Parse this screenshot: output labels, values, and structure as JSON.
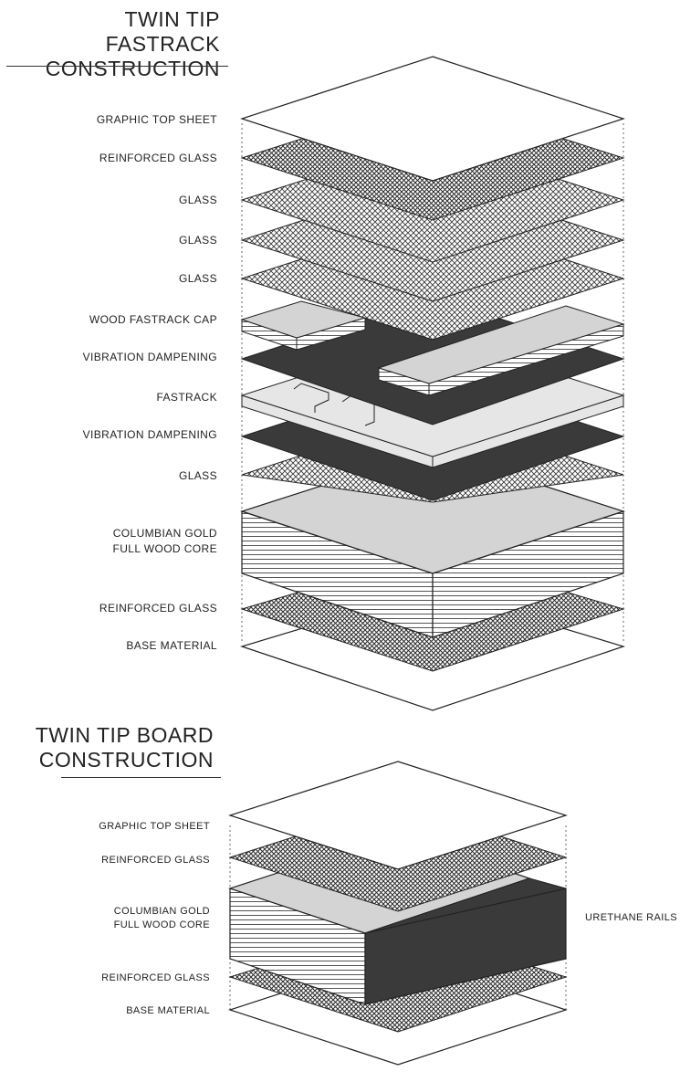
{
  "diagrams": [
    {
      "title_line1": "TWIN TIP FASTRACK",
      "title_line2": "CONSTRUCTION",
      "layers": [
        "GRAPHIC TOP SHEET",
        "REINFORCED GLASS",
        "GLASS",
        "GLASS",
        "GLASS",
        "WOOD FASTRACK CAP",
        "VIBRATION DAMPENING",
        "FASTRACK",
        "VIBRATION DAMPENING",
        "GLASS",
        "COLUMBIAN GOLD",
        "FULL WOOD CORE",
        "REINFORCED GLASS",
        "BASE MATERIAL"
      ]
    },
    {
      "title_line1": "TWIN TIP BOARD",
      "title_line2": "CONSTRUCTION",
      "layers": [
        "GRAPHIC TOP SHEET",
        "REINFORCED GLASS",
        "COLUMBIAN GOLD",
        "FULL WOOD CORE",
        "REINFORCED GLASS",
        "BASE MATERIAL"
      ],
      "side_label": "URETHANE RAILS"
    }
  ],
  "colors": {
    "ink": "#222222",
    "dark_layer": "#3a3a3a",
    "light_layer": "#d4d4d4",
    "fastrack": "#e6e6e6",
    "background": "#ffffff"
  }
}
